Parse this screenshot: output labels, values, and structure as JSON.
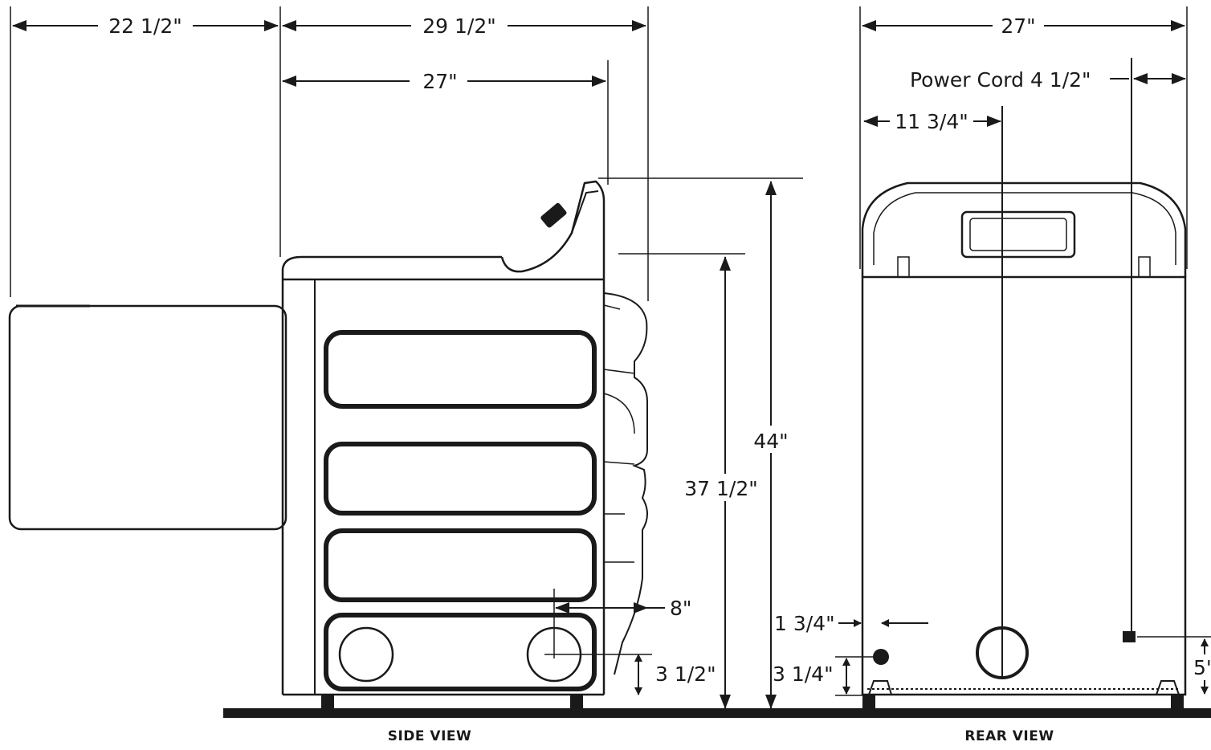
{
  "side_view": {
    "caption": "SIDE VIEW",
    "dim_door_open": "22 1/2\"",
    "dim_depth_overall": "29 1/2\"",
    "dim_depth_cabinet": "27\"",
    "dim_height_console": "44\"",
    "dim_height_top": "37 1/2\"",
    "dim_vent_offset": "8\"",
    "dim_vent_height": "3 1/2\""
  },
  "rear_view": {
    "caption": "REAR VIEW",
    "dim_width": "27\"",
    "dim_power_cord": "Power Cord 4 1/2\"",
    "dim_vent_center": "11 3/4\"",
    "dim_gas_offset": "1 3/4\"",
    "dim_gas_height": "3 1/4\"",
    "dim_cord_height": "5\""
  },
  "colors": {
    "line": "#1a1a1a",
    "floor": "#1a1a1a",
    "background": "#ffffff"
  }
}
